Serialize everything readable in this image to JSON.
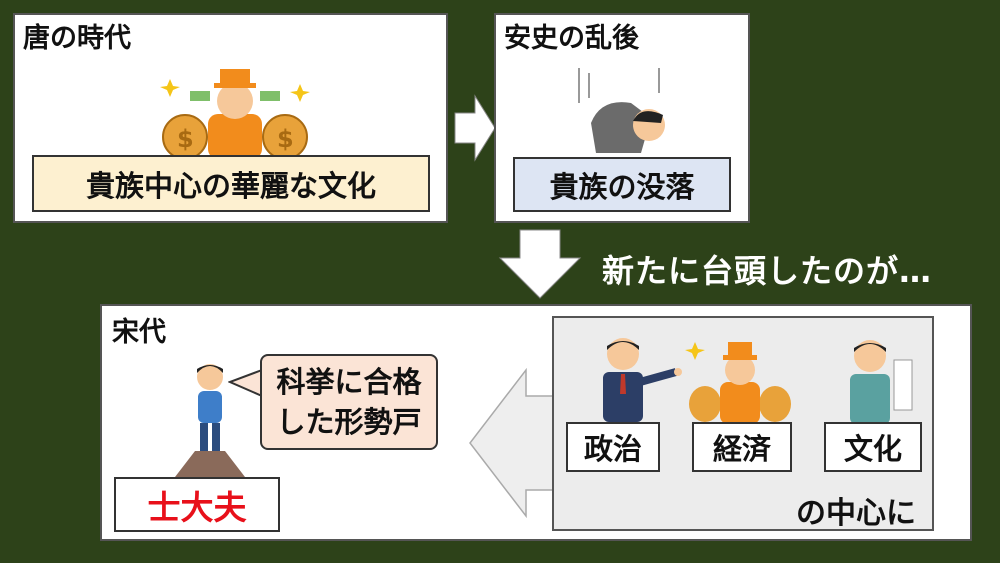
{
  "tang": {
    "title": "唐の時代",
    "caption": "貴族中心の華麗な文化"
  },
  "after_rebellion": {
    "title": "安史の乱後",
    "caption": "貴族の没落"
  },
  "transition_text": "新たに台頭したのが…",
  "song": {
    "title": "宋代",
    "speech_line1": "科挙に合格",
    "speech_line2": "した形勢戸",
    "class_label": "士大夫",
    "roles": [
      "政治",
      "経済",
      "文化"
    ],
    "center_text": "の中心に"
  },
  "colors": {
    "background": "#2d4219",
    "tang_caption_bg": "#fdf0d0",
    "decline_caption_bg": "#dde5f3",
    "speech_bg": "#fbe4d6",
    "right_panel_bg": "#ececec",
    "class_label_text": "#e8101a"
  }
}
